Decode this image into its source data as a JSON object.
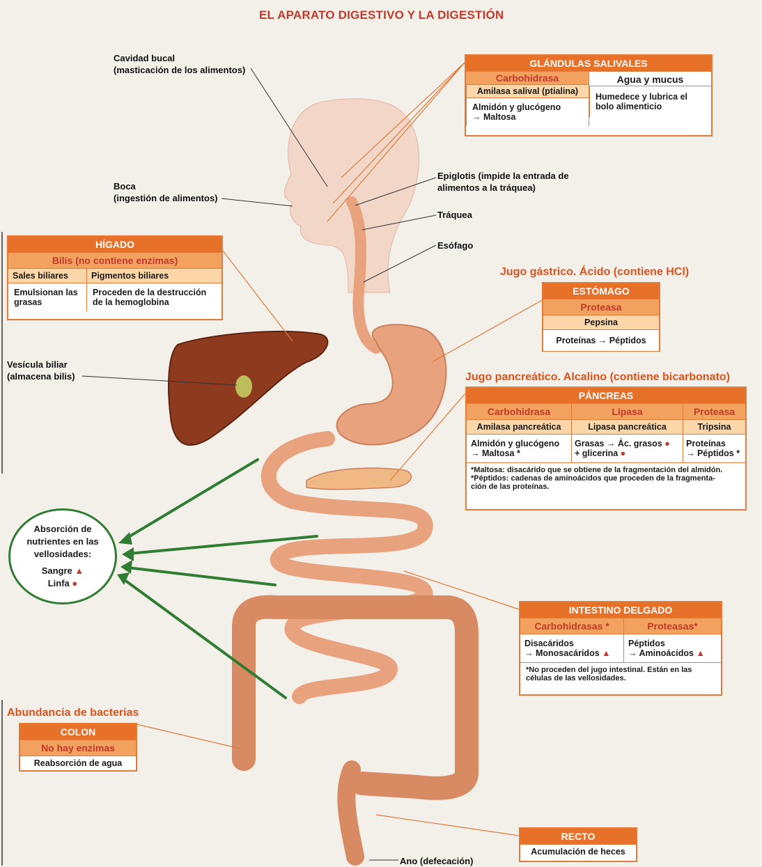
{
  "title": "EL APARATO DIGESTIVO Y LA DIGESTIÓN",
  "labels": {
    "cavidad": "Cavidad bucal",
    "cavidad_sub": "(masticación de los alimentos)",
    "boca": "Boca",
    "boca_sub": "(ingestión de alimentos)",
    "epiglotis": "Epiglotis (impide la entrada de",
    "epiglotis_sub": "alimentos a la tráquea)",
    "traquea": "Tráquea",
    "esofago": "Esófago",
    "vesicula": "Vesícula biliar",
    "vesicula_sub": "(almacena bilis)",
    "ano": "Ano (defecación)"
  },
  "jugo_gastrico": "Jugo gástrico. Ácido (contiene HCl)",
  "jugo_pancreatico": "Jugo pancreático. Alcalino (contiene bicarbonato)",
  "abundancia": "Abundancia de bacterias",
  "glandulas": {
    "header": "GLÁNDULAS SALIVALES",
    "col1_title": "Carbohidrasa",
    "col1_enzyme": "Amilasa salival (ptialina)",
    "col1_action": "Almidón y glucógeno",
    "col1_action2": "→ Maltosa",
    "col2_title": "Agua y mucus",
    "col2_text": "Humedece y lubrica el",
    "col2_text2": "bolo alimenticio"
  },
  "higado": {
    "header": "HÍGADO",
    "sub": "Bilis (no contiene enzimas)",
    "c1": "Sales biliares",
    "c2": "Pigmentos biliares",
    "c1_text": "Emulsionan las",
    "c1_text2": "grasas",
    "c2_text": "Proceden de la destrucción",
    "c2_text2": "de la hemoglobina"
  },
  "estomago": {
    "header": "ESTÓMAGO",
    "sub": "Proteasa",
    "enzyme": "Pepsina",
    "action": "Proteínas → Péptidos"
  },
  "pancreas": {
    "header": "PÁNCREAS",
    "c1_title": "Carbohidrasa",
    "c2_title": "Lipasa",
    "c3_title": "Proteasa",
    "c1_enzyme": "Amilasa pancreática",
    "c2_enzyme": "Lipasa pancreática",
    "c3_enzyme": "Tripsina",
    "c1_action": "Almidón y glucógeno",
    "c1_action2": "→ Maltosa *",
    "c2_action": "Grasas → Ác. grasos",
    "c2_action2": "+ glicerina",
    "c3_action": "Proteínas",
    "c3_action2": "→ Péptidos *",
    "note1": "*Maltosa: disacárido que se obtiene de la fragmentación del almidón.",
    "note2": "*Péptidos: cadenas de aminoácidos que proceden de la fragmenta-",
    "note3": "ción de las proteínas."
  },
  "intestino": {
    "header": "INTESTINO DELGADO",
    "c1_title": "Carbohidrasas *",
    "c2_title": "Proteasas*",
    "c1_action": "Disacáridos",
    "c1_action2": "→ Monosacáridos",
    "c2_action": "Péptidos",
    "c2_action2": "→ Aminoácidos",
    "note1": "*No proceden del jugo intestinal. Están en las",
    "note2": "células de las vellosidades."
  },
  "colon": {
    "header": "COLON",
    "sub": "No hay enzimas",
    "text": "Reabsorción de agua"
  },
  "recto": {
    "header": "RECTO",
    "text": "Acumulación de heces"
  },
  "absorcion": {
    "line1": "Absorción de",
    "line2": "nutrientes en las",
    "line3": "vellosidades:",
    "sangre": "Sangre",
    "linfa": "Linfa"
  },
  "colors": {
    "accent": "#e8712a",
    "title": "#c0392b",
    "organ": "#e9a27e",
    "liver": "#8e3a1f",
    "arrow": "#2f7d32"
  }
}
